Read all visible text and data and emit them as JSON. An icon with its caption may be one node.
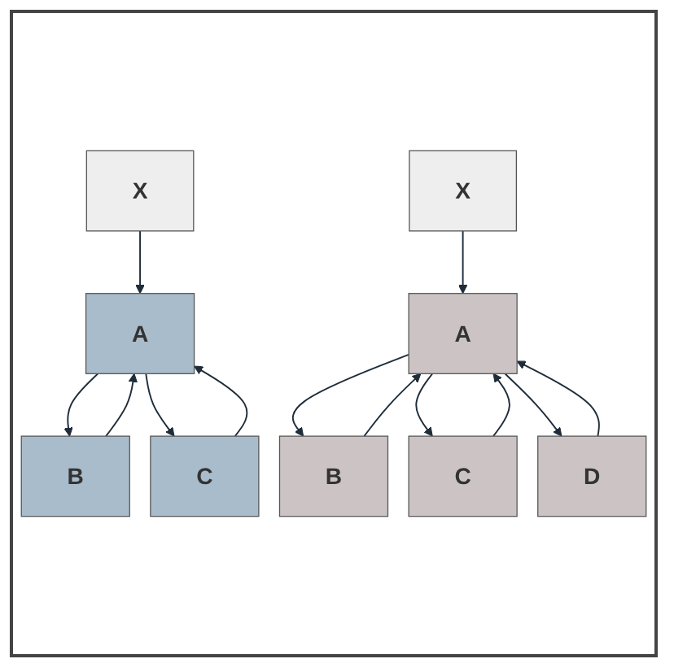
{
  "diagram": {
    "nodes": [
      {
        "text": [
          "X"
        ]
      },
      {
        "text": [
          "A"
        ]
      },
      {
        "text": [
          "B"
        ]
      },
      {
        "text": [
          "C"
        ]
      },
      {
        "text": [
          "X"
        ]
      },
      {
        "text": [
          "A"
        ]
      },
      {
        "text": [
          "B"
        ]
      },
      {
        "text": [
          "C"
        ]
      },
      {
        "text": [
          "D"
        ]
      }
    ],
    "edges": [
      {
        "from": 0,
        "to": 1,
        "arrow": "to"
      },
      {
        "from": 1,
        "to": 2,
        "arrow": "to"
      },
      {
        "from": 2,
        "to": 1,
        "arrow": "to"
      },
      {
        "from": 1,
        "to": 3,
        "arrow": "to"
      },
      {
        "from": 3,
        "to": 1,
        "arrow": "to"
      },
      {
        "from": 4,
        "to": 5,
        "arrow": "to"
      },
      {
        "from": 5,
        "to": 6,
        "arrow": "to"
      },
      {
        "from": 6,
        "to": 5,
        "arrow": "to"
      },
      {
        "from": 5,
        "to": 7,
        "arrow": "to"
      },
      {
        "from": 7,
        "to": 5,
        "arrow": "to"
      },
      {
        "from": 5,
        "to": 8,
        "arrow": "to"
      },
      {
        "from": 8,
        "to": 5,
        "arrow": "to"
      }
    ]
  }
}
